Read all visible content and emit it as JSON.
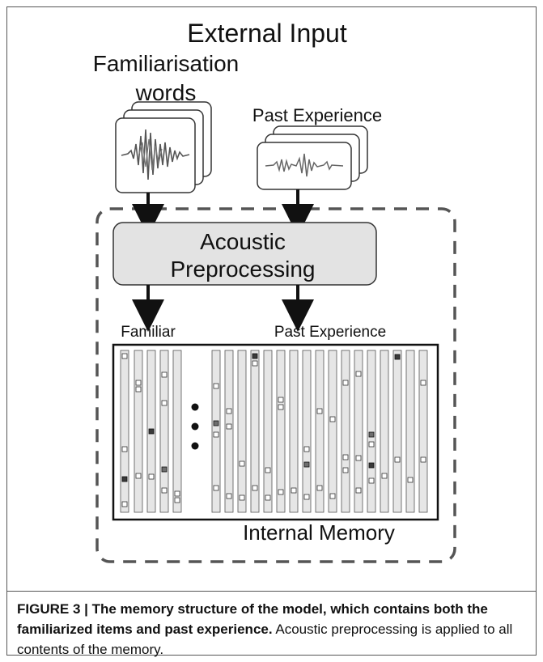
{
  "diagram": {
    "external_input_label": "External Input",
    "familiarisation_label_line1": "Familiarisation",
    "familiarisation_label_line2": "words",
    "past_experience_input_label": "Past Experience",
    "preprocessing_label_line1": "Acoustic",
    "preprocessing_label_line2": "Preprocessing",
    "familiar_label": "Familiar",
    "past_experience_memory_label": "Past Experience",
    "internal_memory_label": "Internal Memory"
  },
  "caption": {
    "figure_label": "FIGURE 3 | The memory structure of the model, which contains both the familiarized items and past experience.",
    "body": " Acoustic preprocessing is applied to all contents of the memory."
  },
  "colors": {
    "box_fill": "#e3e3e3",
    "column_fill": "#e6e6e6",
    "dark_marker": "#3a3a3a",
    "mid_marker": "#6e6e6e",
    "dashed_border": "#555555"
  }
}
